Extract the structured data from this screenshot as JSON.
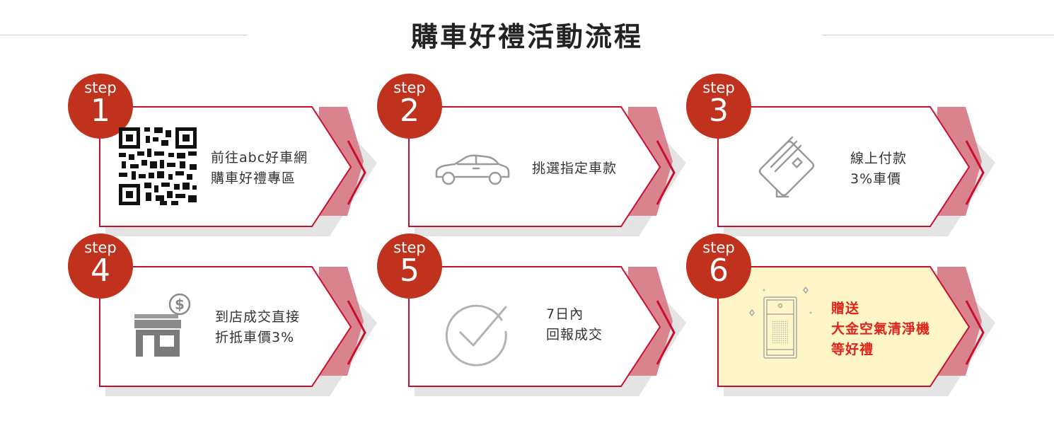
{
  "title": "購車好禮活動流程",
  "step_word": "step",
  "steps": [
    {
      "number": "1",
      "lines": [
        "前往abc好車網",
        "購車好禮專區"
      ],
      "icon": "qr-code-icon"
    },
    {
      "number": "2",
      "lines": [
        "挑選指定車款"
      ],
      "icon": "car-icon"
    },
    {
      "number": "3",
      "lines": [
        "線上付款",
        "3%車價"
      ],
      "icon": "credit-card-icon"
    },
    {
      "number": "4",
      "lines": [
        "到店成交直接",
        "折抵車價3%"
      ],
      "icon": "store-dollar-icon"
    },
    {
      "number": "5",
      "lines": [
        "7日內",
        "回報成交"
      ],
      "icon": "checkmark-circle-icon"
    },
    {
      "number": "6",
      "lines": [
        "贈送",
        "大金空氣清淨機",
        "等好禮"
      ],
      "icon": "air-purifier-icon"
    }
  ],
  "colors": {
    "badge": "#c0321e",
    "border": "#c8102e",
    "highlight_fill": "#fff6c8",
    "highlight_text": "#e2231a",
    "shadow": "#e4e4e4",
    "chevron": "#c8102e",
    "icon": "#9a9a9a"
  }
}
